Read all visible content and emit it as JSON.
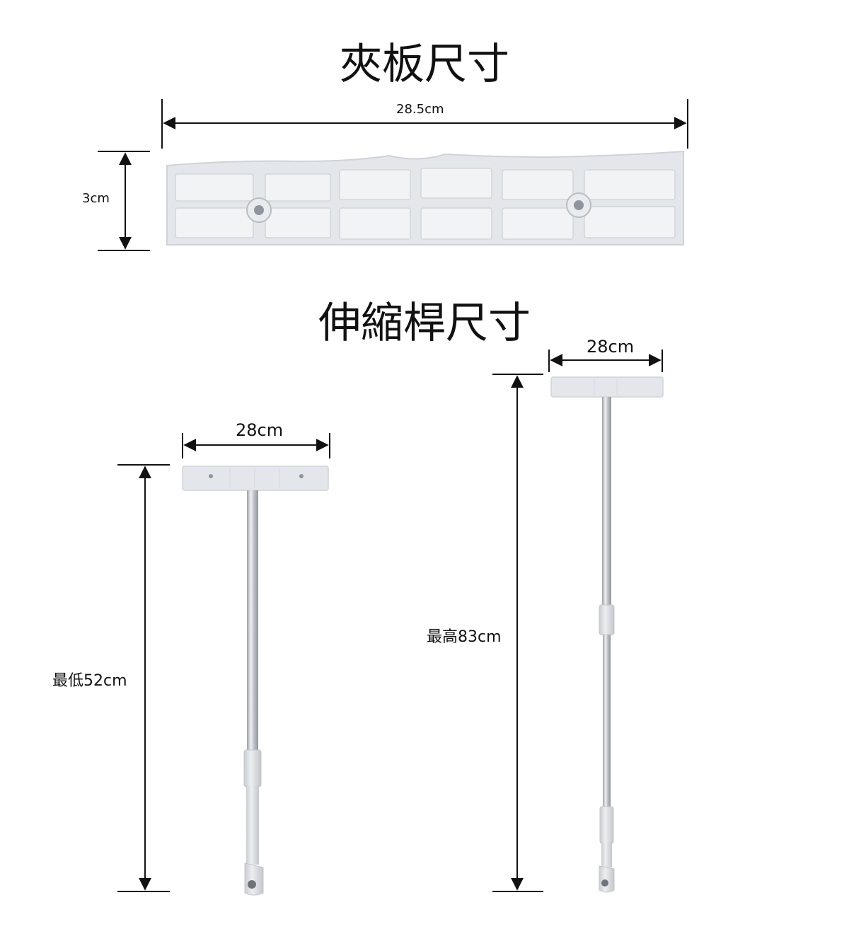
{
  "plate_section": {
    "title": "夾板尺寸",
    "width_label": "28.5cm",
    "height_label": "3cm"
  },
  "rod_section": {
    "title": "伸縮桿尺寸",
    "short_rod": {
      "width_label": "28cm",
      "height_label": "最低52cm"
    },
    "long_rod": {
      "width_label": "28cm",
      "height_label": "最高83cm"
    }
  },
  "colors": {
    "plate": "#e3e6ea",
    "plate_inner": "#f1f3f5",
    "plate_edge": "#cfd3d8",
    "rod_metal": "#c9cdd2",
    "rod_grip": "#dcdfe3",
    "line": "#111111"
  }
}
